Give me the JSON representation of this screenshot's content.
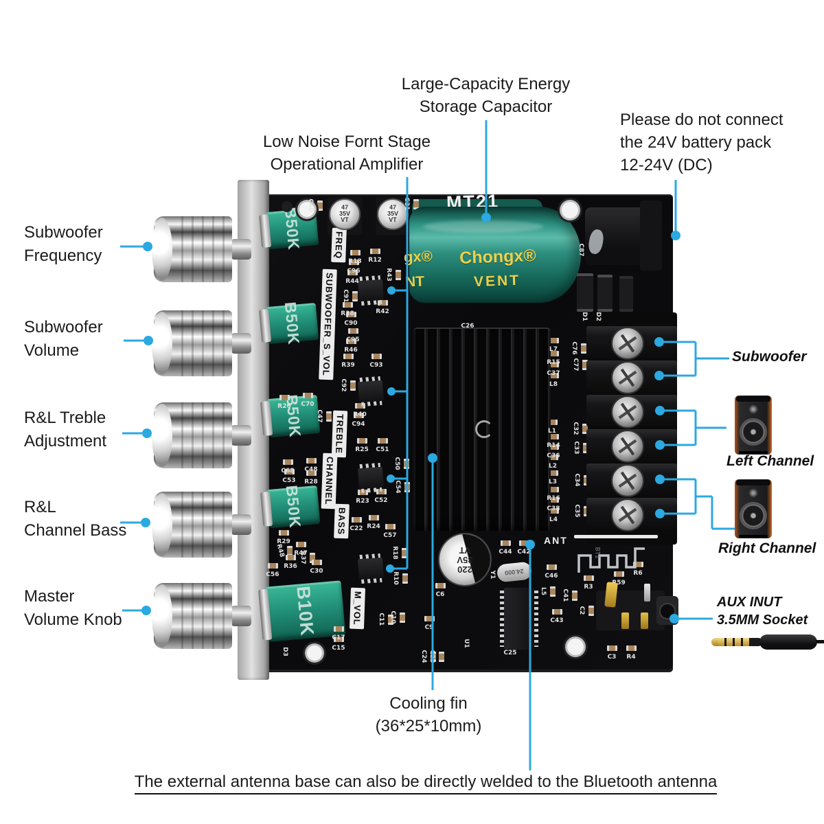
{
  "annotations": {
    "top_center": [
      "Large-Capacity Energy",
      "Storage Capacitor"
    ],
    "top_left": [
      "Low Noise Fornt Stage",
      "Operational Amplifier"
    ],
    "top_right": [
      "Please do not connect",
      "the 24V battery pack",
      "12-24V (DC)"
    ],
    "left_labels": [
      [
        "Subwoofer",
        "Frequency"
      ],
      [
        "Subwoofer",
        "Volume"
      ],
      [
        "R&L Treble",
        "Adjustment"
      ],
      [
        "R&L",
        "Channel Bass"
      ],
      [
        "Master",
        "Volume Knob"
      ]
    ],
    "right_labels": {
      "subwoofer": "Subwoofer",
      "left_channel": "Left Channel",
      "right_channel": "Right Channel",
      "aux1": "AUX INUT",
      "aux2": "3.5MM Socket"
    },
    "bottom": {
      "cooling1": "Cooling fin",
      "cooling2": "(36*25*10mm)",
      "note": "The external antenna base can also be directly welded to the Bluetooth antenna"
    }
  },
  "board": {
    "model": "MT21",
    "small_cap": [
      "47",
      "35V",
      "VT"
    ],
    "bulk_cap": [
      "220",
      "35V",
      "VT"
    ],
    "big_cap": {
      "brand_partial": "gx®",
      "vent_partial": "NT",
      "brand": "Chongx®",
      "vent": "VENT"
    },
    "crystal": "24.000",
    "ant_label": "ANT",
    "bt_label": "BT1",
    "pots": [
      "B50K",
      "B50K",
      "B50K",
      "B50K",
      "B10K"
    ],
    "silkscreen": {
      "freq": "FREQ",
      "sub": "SUBWOOFER_S_VOL",
      "treble": "TREBLE",
      "channel": "CHANNEL",
      "bass": "BASS",
      "mvol": "M_VOL"
    },
    "labels": [
      [
        "C40",
        452,
        299,
        90
      ],
      [
        "C31",
        592,
        297,
        90
      ],
      [
        "R13",
        517,
        381,
        0
      ],
      [
        "R12",
        546,
        379,
        0
      ],
      [
        "C96",
        515,
        395,
        0
      ],
      [
        "R44",
        513,
        410,
        0
      ],
      [
        "R43",
        566,
        400,
        90
      ],
      [
        "C91",
        503,
        431,
        90
      ],
      [
        "R38",
        506,
        457,
        0
      ],
      [
        "R42",
        557,
        454,
        0
      ],
      [
        "C90",
        511,
        471,
        0
      ],
      [
        "C95",
        514,
        495,
        0
      ],
      [
        "R46",
        511,
        510,
        0
      ],
      [
        "R39",
        507,
        532,
        0
      ],
      [
        "C93",
        548,
        532,
        0
      ],
      [
        "C92",
        500,
        561,
        90
      ],
      [
        "R26",
        414,
        592,
        0
      ],
      [
        "C70",
        448,
        589,
        0
      ],
      [
        "C47",
        465,
        606,
        90
      ],
      [
        "R40",
        524,
        604,
        0
      ],
      [
        "C94",
        522,
        618,
        0
      ],
      [
        "R25",
        527,
        655,
        0
      ],
      [
        "C51",
        557,
        655,
        0
      ],
      [
        "C50",
        578,
        675,
        90
      ],
      [
        "C54",
        579,
        709,
        90
      ],
      [
        "R23",
        528,
        730,
        0
      ],
      [
        "C52",
        555,
        729,
        0
      ],
      [
        "R24",
        544,
        767,
        0
      ],
      [
        "C22",
        519,
        770,
        0
      ],
      [
        "C57",
        568,
        780,
        0
      ],
      [
        "R18",
        575,
        805,
        90
      ],
      [
        "R10",
        576,
        842,
        90
      ],
      [
        "C68",
        419,
        686,
        0
      ],
      [
        "C48",
        453,
        684,
        0
      ],
      [
        "C53",
        421,
        700,
        0
      ],
      [
        "R28",
        453,
        702,
        0
      ],
      [
        "R29",
        413,
        789,
        0
      ],
      [
        "R48",
        408,
        802,
        75
      ],
      [
        "R47",
        438,
        806,
        0
      ],
      [
        "R37",
        441,
        812,
        90
      ],
      [
        "R36",
        423,
        825,
        0
      ],
      [
        "C30",
        461,
        832,
        0
      ],
      [
        "C56",
        397,
        837,
        0
      ],
      [
        "C17",
        493,
        929,
        0
      ],
      [
        "C15",
        493,
        944,
        0
      ],
      [
        "C11",
        555,
        902,
        90
      ],
      [
        "C10",
        572,
        899,
        90
      ],
      [
        "C9",
        625,
        914,
        0
      ],
      [
        "U1",
        679,
        937,
        90,
        0
      ],
      [
        "C24",
        617,
        956,
        90
      ],
      [
        "C23",
        629,
        956,
        90
      ],
      [
        "C25",
        743,
        951,
        0
      ],
      [
        "D3",
        415,
        949,
        90,
        0
      ],
      [
        "D1",
        851,
        461,
        90,
        0
      ],
      [
        "D2",
        871,
        461,
        90,
        0
      ],
      [
        "C87",
        846,
        364,
        90
      ],
      [
        "C26",
        681,
        475,
        0,
        0
      ],
      [
        "L7",
        806,
        509,
        0
      ],
      [
        "R15",
        806,
        528,
        0
      ],
      [
        "C37",
        806,
        544,
        0
      ],
      [
        "L8",
        806,
        560,
        0
      ],
      [
        "C76",
        836,
        507,
        90
      ],
      [
        "C77",
        838,
        531,
        90
      ],
      [
        "L1",
        804,
        628,
        0
      ],
      [
        "R14",
        806,
        649,
        0
      ],
      [
        "C36",
        806,
        664,
        0
      ],
      [
        "L2",
        805,
        679,
        0
      ],
      [
        "L3",
        805,
        702,
        0
      ],
      [
        "R16",
        806,
        726,
        0
      ],
      [
        "C38",
        806,
        741,
        0
      ],
      [
        "L4",
        806,
        757,
        0
      ],
      [
        "C32",
        838,
        624,
        90
      ],
      [
        "C33",
        839,
        652,
        90
      ],
      [
        "C34",
        840,
        699,
        90
      ],
      [
        "C35",
        840,
        744,
        90
      ],
      [
        "C44",
        736,
        804,
        0
      ],
      [
        "C42",
        763,
        804,
        0
      ],
      [
        "Y1",
        717,
        837,
        90,
        0
      ],
      [
        "C46",
        803,
        839,
        0
      ],
      [
        "L5",
        791,
        861,
        90
      ],
      [
        "C41",
        823,
        867,
        90
      ],
      [
        "C43",
        811,
        904,
        0
      ],
      [
        "C2",
        847,
        889,
        90
      ],
      [
        "C6",
        641,
        866,
        0
      ],
      [
        "R3",
        857,
        855,
        0
      ],
      [
        "R59",
        901,
        849,
        0
      ],
      [
        "R6",
        929,
        835,
        0
      ],
      [
        "C3",
        891,
        957,
        0
      ],
      [
        "R4",
        919,
        957,
        0
      ]
    ]
  },
  "colors": {
    "callout": "#2BA9E0",
    "pcb": "#0c0c0e",
    "pot_green": "#23917a",
    "cap_green": "#2c9181",
    "cap_text_yellow": "#ecd04a"
  }
}
